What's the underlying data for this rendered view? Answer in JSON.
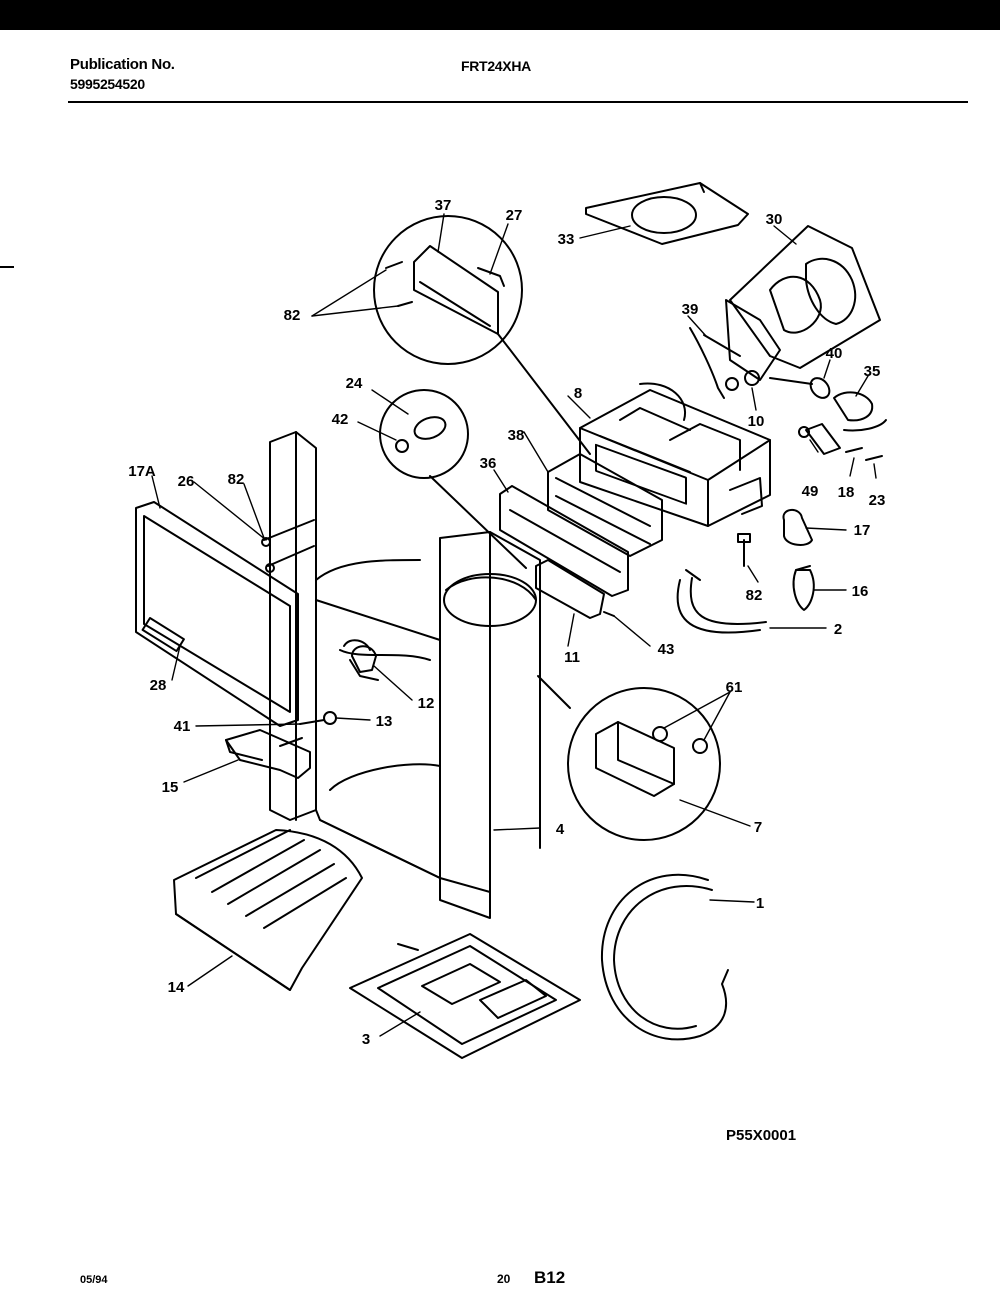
{
  "header": {
    "publication_label": "Publication No.",
    "publication_number": "5995254520",
    "model": "FRT24XHA"
  },
  "footer": {
    "date": "05/94",
    "page": "20",
    "section": "B12"
  },
  "diagram": {
    "id": "P55X0001",
    "callouts": [
      "1",
      "2",
      "3",
      "4",
      "7",
      "8",
      "10",
      "11",
      "12",
      "13",
      "14",
      "15",
      "16",
      "17",
      "17A",
      "18",
      "23",
      "24",
      "26",
      "27",
      "28",
      "30",
      "33",
      "35",
      "36",
      "37",
      "38",
      "39",
      "40",
      "41",
      "42",
      "43",
      "49",
      "61",
      "82"
    ]
  },
  "colors": {
    "ink": "#000000",
    "paper": "#ffffff"
  }
}
